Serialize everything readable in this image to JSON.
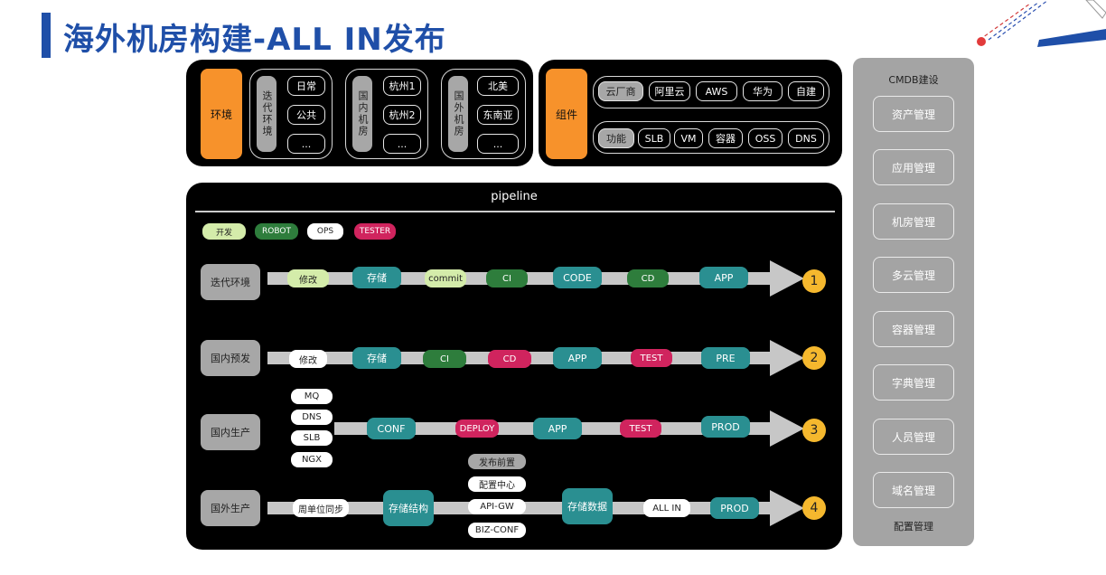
{
  "title": "海外机房构建-ALL IN发布",
  "colors": {
    "accent": "#1f4fa8",
    "orange": "#f7922b",
    "teal": "#2a8f91",
    "green": "#2e7d3c",
    "lime": "#d4ecaa",
    "pink": "#d0245e",
    "yellow": "#f5b82e"
  },
  "env": {
    "label": "环境",
    "groups": [
      {
        "label": "迭代环境",
        "items": [
          "日常",
          "公共",
          "..."
        ]
      },
      {
        "label": "国内机房",
        "items": [
          "杭州1",
          "杭州2",
          "..."
        ]
      },
      {
        "label": "国外机房",
        "items": [
          "北美",
          "东南亚",
          "..."
        ]
      }
    ]
  },
  "components": {
    "label": "组件",
    "rows": [
      {
        "label": "云厂商",
        "items": [
          "阿里云",
          "AWS",
          "华为",
          "自建"
        ]
      },
      {
        "label": "功能",
        "items": [
          "SLB",
          "VM",
          "容器",
          "OSS",
          "DNS"
        ]
      }
    ]
  },
  "pipeline": {
    "title": "pipeline",
    "legend": [
      "开发",
      "ROBOT",
      "OPS",
      "TESTER"
    ],
    "rows": [
      {
        "label": "迭代环境",
        "number": "1",
        "nodes": [
          "修改",
          "存储",
          "commit",
          "CI",
          "CODE",
          "CD",
          "APP"
        ]
      },
      {
        "label": "国内预发",
        "number": "2",
        "nodes": [
          "修改",
          "存储",
          "CI",
          "CD",
          "APP",
          "TEST",
          "PRE"
        ]
      },
      {
        "label": "国内生产",
        "number": "3",
        "stack": [
          "MQ",
          "DNS",
          "SLB",
          "NGX"
        ],
        "nodes": [
          "CONF",
          "DEPLOY",
          "APP",
          "TEST",
          "PROD"
        ]
      },
      {
        "label": "国外生产",
        "number": "4",
        "stack": [
          "发布前置",
          "配置中心",
          "API-GW",
          "BIZ-CONF"
        ],
        "nodes": [
          "周单位同步",
          "存储结构",
          "存储数据",
          "ALL IN",
          "PROD"
        ]
      }
    ]
  },
  "cmdb": {
    "title": "CMDB建设",
    "items": [
      "资产管理",
      "应用管理",
      "机房管理",
      "多云管理",
      "容器管理",
      "字典管理",
      "人员管理",
      "域名管理"
    ],
    "footer": "配置管理"
  }
}
